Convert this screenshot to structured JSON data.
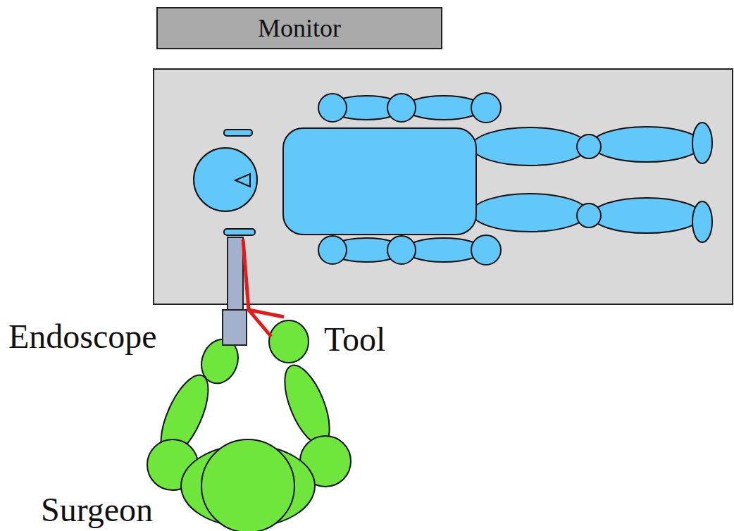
{
  "diagram": {
    "nodes": [
      {
        "text": [
          "Monitor"
        ]
      }
    ],
    "labels": [
      "Endoscope",
      "Tool",
      "Surgeon"
    ]
  }
}
